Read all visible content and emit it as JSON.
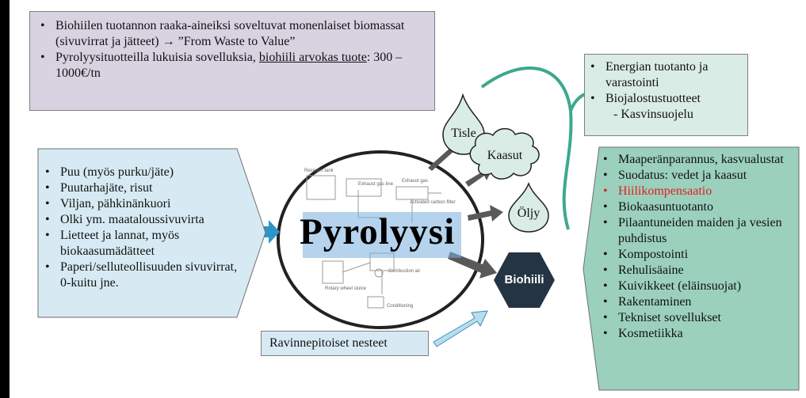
{
  "top_box": {
    "items": [
      {
        "text": "Biohiilen tuotannon raaka-aineiksi soveltuvat monenlaiset biomassat (sivuvirrat ja jätteet) → ”From Waste to Value”"
      },
      {
        "pre": "Pyrolyysituotteilla lukuisia sovelluksia, ",
        "underlined": "biohiili arvokas tuote",
        "post": ": 300 – 1000€/tn"
      }
    ]
  },
  "energy_box": {
    "items": [
      "Energian tuotanto ja varastointi",
      "Biojalostustuotteet"
    ],
    "sub_item": "- Kasvinsuojelu"
  },
  "feedstock_box": {
    "items": [
      "Puu (myös purku/jäte)",
      "Puutarhajäte, risut",
      "Viljan, pähkinänkuori",
      "Olki ym. maataloussivuvirta",
      "Lietteet ja lannat, myös biokaasumädätteet",
      "Paperi/selluteollisuuden sivuvirrat, 0-kuitu jne."
    ]
  },
  "center": {
    "title": "Pyrolyysi",
    "sketch_labels": [
      "Receiver tank",
      "Exhaust gas line",
      "Exhaust gas",
      "Activated carbon filter",
      "Combustion air",
      "Rotary wheel sluice",
      "Conditioning"
    ]
  },
  "products": {
    "tisle": "Tisle",
    "kaasut": "Kaasut",
    "oljy": "Öljy",
    "biohiili": "Biohiili"
  },
  "nutrient_box": {
    "text": "Ravinnepitoiset nesteet"
  },
  "applications_box": {
    "items": [
      {
        "text": "Maaperänparannus, kasvualustat",
        "highlight": false
      },
      {
        "text": "Suodatus: vedet ja kaasut",
        "highlight": false
      },
      {
        "text": "Hiilikompensaatio",
        "highlight": true
      },
      {
        "text": "Biokaasuntuotanto",
        "highlight": false
      },
      {
        "text": "Pilaantuneiden maiden ja vesien puhdistus",
        "highlight": false
      },
      {
        "text": "Kompostointi",
        "highlight": false
      },
      {
        "text": "Rehulisäaine",
        "highlight": false
      },
      {
        "text": "Kuivikkeet (eläinsuojat)",
        "highlight": false
      },
      {
        "text": "Rakentaminen",
        "highlight": false
      },
      {
        "text": "Tekniset sovellukset",
        "highlight": false
      },
      {
        "text": "Kosmetiikka",
        "highlight": false
      }
    ]
  },
  "colors": {
    "top_box": "#d9d2e1",
    "light_blue": "#d7eaf3",
    "green_box": "#d9ece5",
    "applications_box": "#9bd0bd",
    "teal_line": "#3da88d",
    "hexagon": "#243443",
    "arrow_dark": "#595959",
    "arrow_blue": "#2e95c8",
    "arrow_light": "#b7deee",
    "highlight_red": "#e0201b"
  }
}
